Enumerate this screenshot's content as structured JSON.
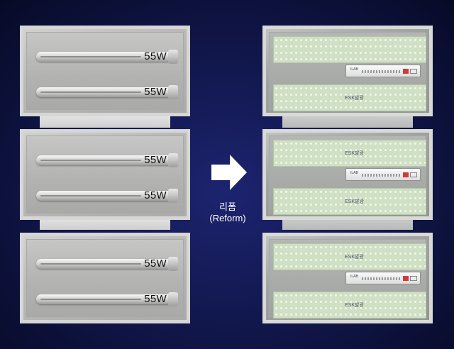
{
  "before": {
    "panels": [
      {
        "tubes": [
          {
            "wattage": "55W"
          },
          {
            "wattage": "55W"
          }
        ]
      },
      {
        "tubes": [
          {
            "wattage": "55W"
          },
          {
            "wattage": "55W"
          }
        ]
      },
      {
        "tubes": [
          {
            "wattage": "55W"
          },
          {
            "wattage": "55W"
          }
        ]
      }
    ]
  },
  "arrow_icon": "right-arrow-icon",
  "caption": {
    "korean": "리폼",
    "english": "(Reform)"
  },
  "after": {
    "board_brand": "ESK발광",
    "driver_label": "ILAB"
  },
  "colors": {
    "background": "#12184f",
    "arrow": "#ffffff",
    "led_board": "#cfe0c5"
  }
}
